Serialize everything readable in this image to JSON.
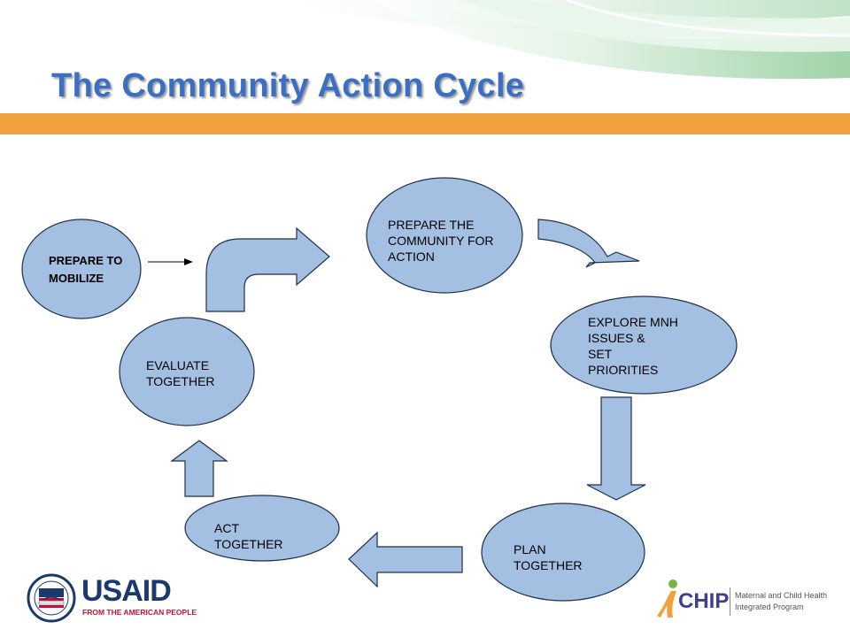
{
  "slide": {
    "title": "The Community Action Cycle"
  },
  "colors": {
    "node_fill": "#a3c0e2",
    "node_stroke": "#1f2f4c",
    "header_orange": "#f0a03c",
    "header_green": "#9ed3a4",
    "title_blue": "#3b6fc4"
  },
  "nodes": {
    "prepare_to_mobilize": "PREPARE TO\nMOBILIZE",
    "prepare_community": "PREPARE THE\nCOMMUNITY FOR\nACTION",
    "explore_issues": "EXPLORE MNH\nISSUES &\nSET\nPRIORITIES",
    "plan_together": "PLAN\nTOGETHER",
    "act_together": "ACT\nTOGETHER",
    "evaluate_together": "  EVALUATE\nTOGETHER"
  },
  "logos": {
    "usaid_name": "USAID",
    "usaid_tagline": "FROM THE AMERICAN PEOPLE",
    "mchip_name": "CHIP",
    "mchip_line1": "Maternal and Child Health",
    "mchip_line2": "Integrated Program"
  }
}
